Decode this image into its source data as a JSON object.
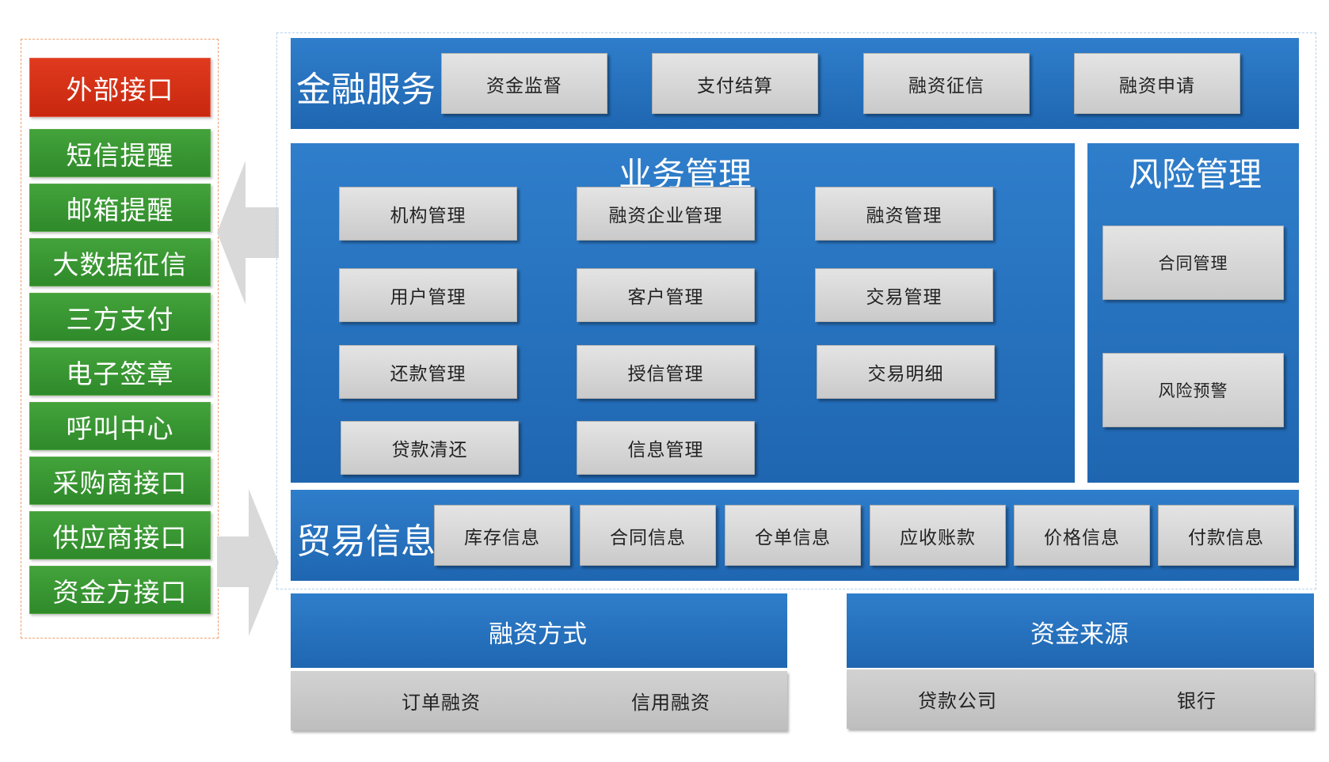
{
  "external": {
    "header": "外部接口",
    "items": [
      "短信提醒",
      "邮箱提醒",
      "大数据征信",
      "三方支付",
      "电子签章",
      "呼叫中心",
      "采购商接口",
      "供应商接口",
      "资金方接口"
    ]
  },
  "finance": {
    "title": "金融服务",
    "buttons": [
      "资金监督",
      "支付结算",
      "融资征信",
      "融资申请"
    ]
  },
  "business": {
    "title": "业务管理",
    "buttons": [
      "机构管理",
      "融资企业管理",
      "融资管理",
      "用户管理",
      "客户管理",
      "交易管理",
      "还款管理",
      "授信管理",
      "交易明细",
      "贷款清还",
      "信息管理"
    ]
  },
  "risk": {
    "title": "风险管理",
    "buttons": [
      "合同管理",
      "风险预警"
    ]
  },
  "trade": {
    "title": "贸易信息",
    "buttons": [
      "库存信息",
      "合同信息",
      "仓单信息",
      "应收账款",
      "价格信息",
      "付款信息"
    ]
  },
  "financing_method": {
    "title": "融资方式",
    "items": [
      "订单融资",
      "信用融资"
    ]
  },
  "fund_source": {
    "title": "资金来源",
    "items": [
      "贷款公司",
      "银行"
    ]
  },
  "colors": {
    "panel_blue": "#2470bd",
    "header_red": "#d8301a",
    "item_green": "#3a9a33",
    "button_gray": "#d6d6d6"
  }
}
